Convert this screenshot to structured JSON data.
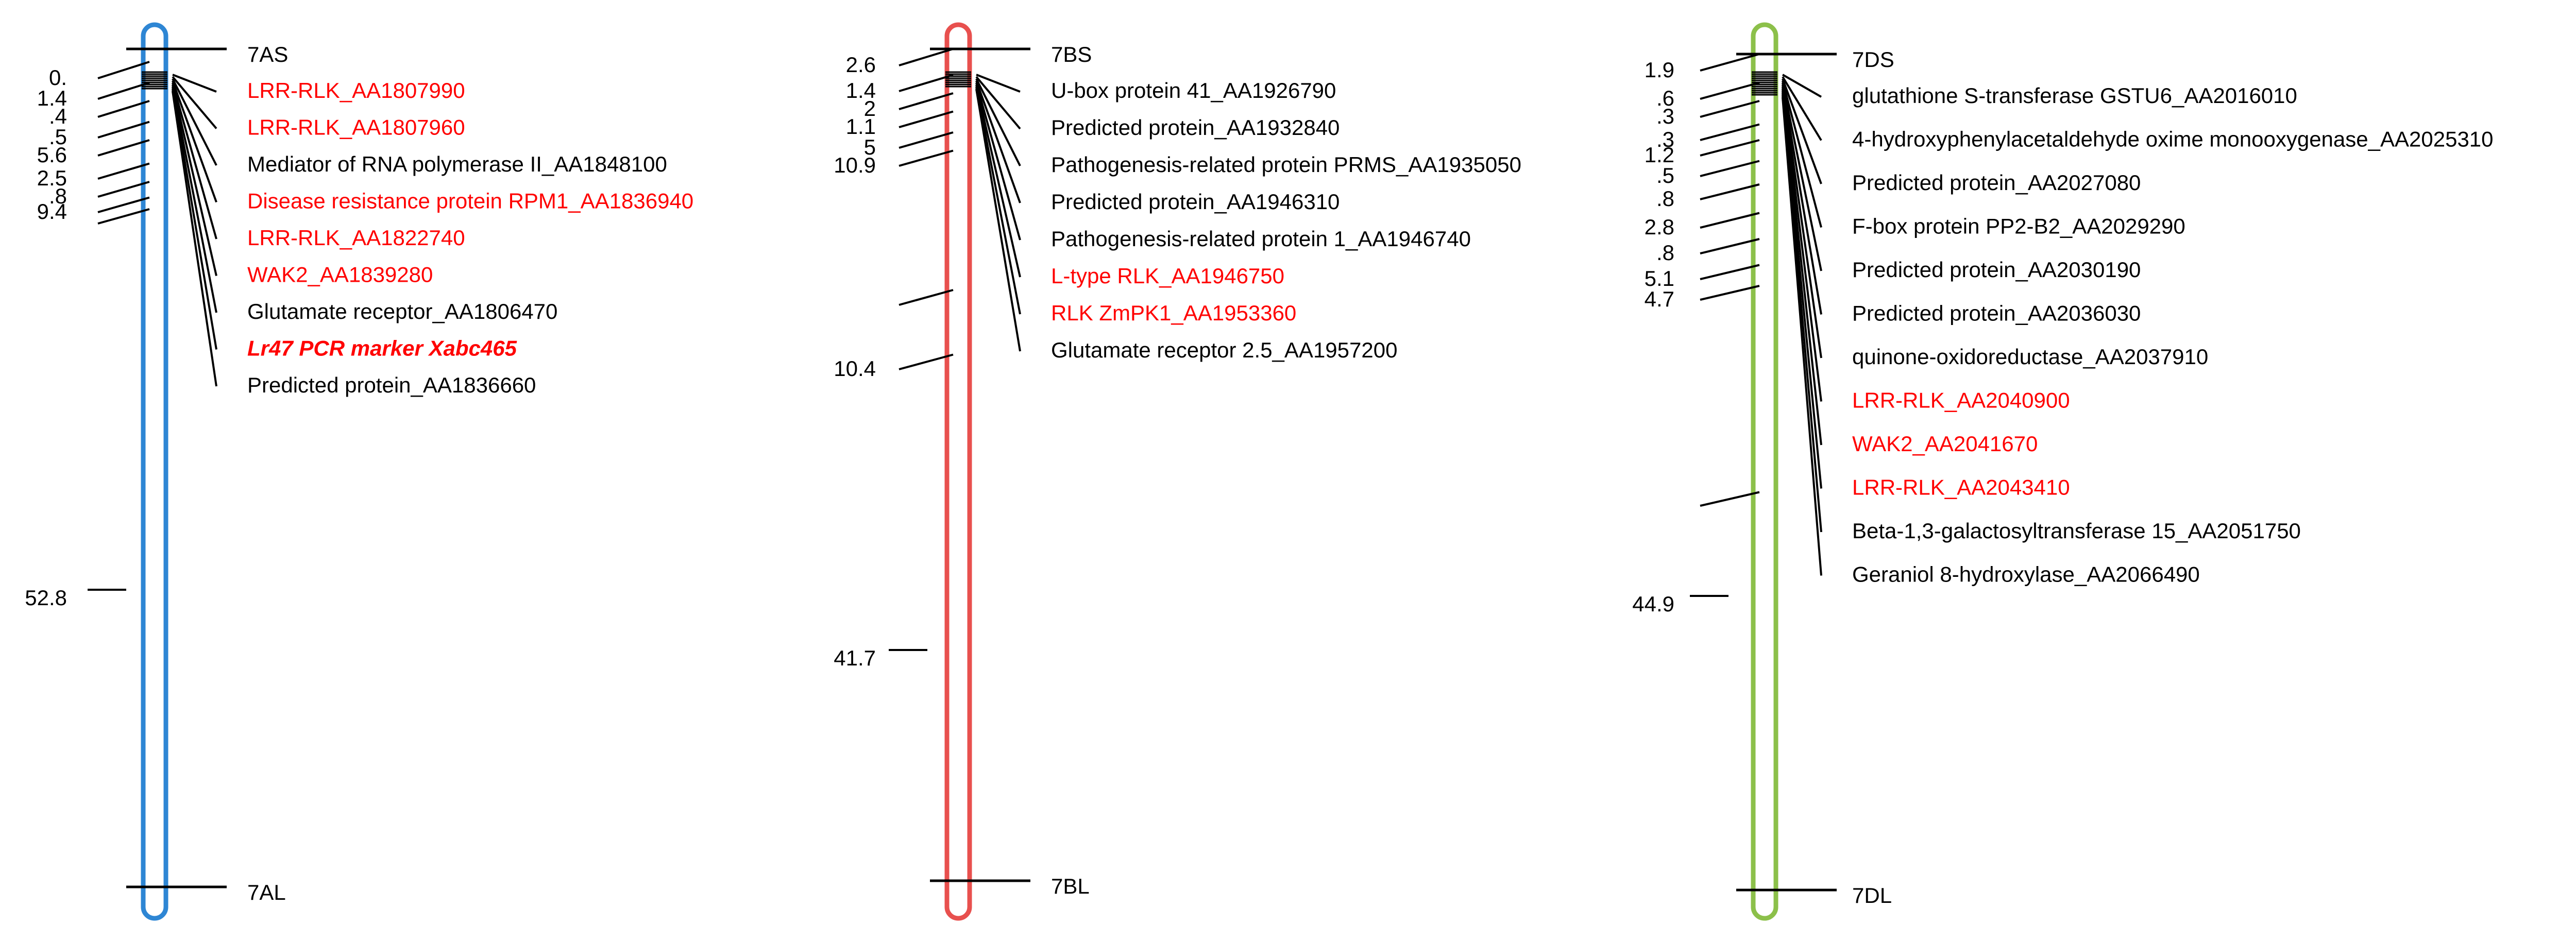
{
  "chromosomes": [
    {
      "id": "7A",
      "color": "#2e86d4",
      "top_label": "7AS",
      "bottom_label": "7AL",
      "markers": [
        {
          "dist": "0.",
          "name": "LRR-RLK_AA1807990",
          "red": true
        },
        {
          "dist": "1.4",
          "name": "LRR-RLK_AA1807960",
          "red": true
        },
        {
          "dist": ".4",
          "name": "Mediator of RNA polymerase II_AA1848100",
          "red": false
        },
        {
          "dist": ".5",
          "name": "Disease resistance protein RPM1_AA1836940",
          "red": true
        },
        {
          "dist": "5.6",
          "name": "LRR-RLK_AA1822740",
          "red": true
        },
        {
          "dist": "2.5",
          "name": "WAK2_AA1839280",
          "red": true
        },
        {
          "dist": ".8",
          "name": "Glutamate  receptor_AA1806470",
          "red": false
        },
        {
          "dist": "9.4",
          "name_parts": [
            "Lr47",
            " PCR marker ",
            "Xabc465"
          ],
          "red": true,
          "bold": true
        },
        {
          "dist": "",
          "name": "Predicted protein_AA1836660",
          "red": false
        }
      ],
      "lower_distance": "52.8"
    },
    {
      "id": "7B",
      "color": "#e8504e",
      "top_label": "7BS",
      "bottom_label": "7BL",
      "markers": [
        {
          "dist": "2.6",
          "name": "U-box protein 41_AA1926790",
          "red": false
        },
        {
          "dist": "1.4",
          "name": "Predicted protein_AA1932840",
          "red": false
        },
        {
          "dist": "2",
          "name": "Pathogenesis-related  protein PRMS_AA1935050",
          "red": false
        },
        {
          "dist": "1.1",
          "name": "Predicted protein_AA1946310",
          "red": false
        },
        {
          "dist": "5",
          "name": "Pathogenesis-related  protein 1_AA1946740",
          "red": false
        },
        {
          "dist": "10.9",
          "name": "L-type RLK_AA1946750",
          "red": true
        },
        {
          "dist": "",
          "name": "RLK ZmPK1_AA1953360",
          "red": true
        },
        {
          "dist": "10.4",
          "name": "Glutamate  receptor 2.5_AA1957200",
          "red": false
        }
      ],
      "lower_distance": "41.7"
    },
    {
      "id": "7D",
      "color": "#8cc04a",
      "top_label": "7DS",
      "bottom_label": "7DL",
      "markers": [
        {
          "dist": "1.9",
          "name": "glutathione  S-transferase GSTU6_AA2016010",
          "red": false
        },
        {
          "dist": ".6",
          "name": "4-hydroxyphenylacetaldehyde  oxime monooxygenase_AA2025310",
          "red": false
        },
        {
          "dist": ".3",
          "name": "Predicted protein_AA2027080",
          "red": false
        },
        {
          "dist": ".3",
          "name": "F-box protein  PP2-B2_AA2029290",
          "red": false
        },
        {
          "dist": "1.2",
          "name": "Predicted protein_AA2030190",
          "red": false
        },
        {
          "dist": ".5",
          "name": "Predicted protein_AA2036030",
          "red": false
        },
        {
          "dist": ".8",
          "name": "quinone-oxidoreductase_AA2037910",
          "red": false
        },
        {
          "dist": "2.8",
          "name": "LRR-RLK_AA2040900",
          "red": true
        },
        {
          "dist": ".8",
          "name": "WAK2_AA2041670",
          "red": true
        },
        {
          "dist": "5.1",
          "name": "LRR-RLK_AA2043410",
          "red": true
        },
        {
          "dist": "4.7",
          "name": "Beta-1,3-galactosyltransferase  15_AA2051750",
          "red": false
        },
        {
          "dist": "",
          "name": "Geraniol  8-hydroxylase_AA2066490",
          "red": false
        }
      ],
      "lower_distance": "44.9"
    }
  ]
}
